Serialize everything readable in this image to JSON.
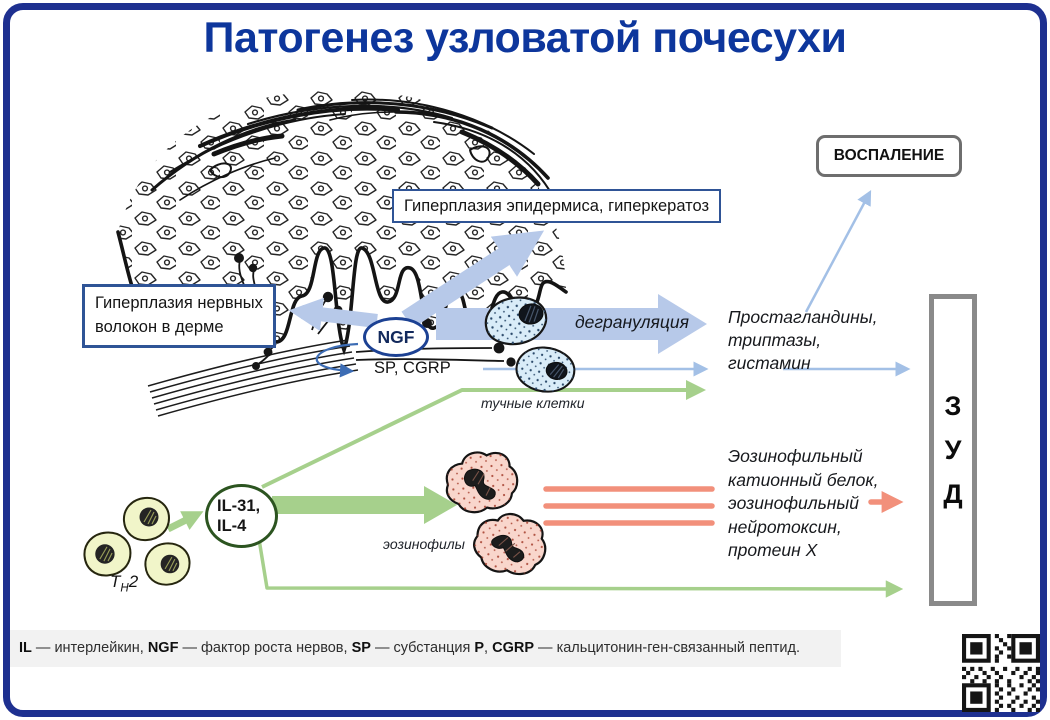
{
  "title": "Патогенез узловатой почесухи",
  "colors": {
    "frame_navy": "#1e3090",
    "title_blue": "#0d369c",
    "box_border_blue": "#2f5496",
    "light_blue_arrow": "#b7c9e9",
    "thin_blue_arrow": "#a3c0e6",
    "green_arrow": "#a6d08c",
    "dark_green_circle": "#2c5420",
    "salmon_arrow": "#f2907b",
    "itch_border_gray": "#8a8a8a",
    "footer_bg": "#f2f2f2"
  },
  "boxes": {
    "epidermis_label": "Гиперплазия эпидермиса, гиперкератоз",
    "nerve_label": "Гиперплазия нервных волокон в дерме",
    "inflammation_label": "ВОСПАЛЕНИЕ",
    "itch": {
      "l1": "З",
      "l2": "У",
      "l3": "Д"
    }
  },
  "nodes": {
    "ngf": "NGF",
    "sp_cgrp": "SP, CGRP",
    "il": {
      "l1": "IL-31,",
      "l2": "IL-4"
    },
    "th2": {
      "pre": "T",
      "sub": "H",
      "post": "2"
    }
  },
  "flow": {
    "degranulation": "дегрануляция",
    "mast_cells": "тучные клетки",
    "eosinophils": "эозинофилы",
    "mast_mediators": {
      "l1": "Простагландины,",
      "l2": "триптазы,",
      "l3": "гистамин"
    },
    "eos_mediators": {
      "l1": "Эозинофильный",
      "l2": "катионный белок,",
      "l3": "эозинофильный",
      "l4": "нейротоксин,",
      "l5": "протеин Х"
    }
  },
  "footer": {
    "b1": "IL",
    "t1": " — интерлейкин, ",
    "b2": "NGF",
    "t2": " — фактор роста нервов, ",
    "b3": "SP",
    "t3": " — субстанция ",
    "b4": "P",
    "t4": ", ",
    "b5": "CGRP",
    "t5": " — кальцитонин-ген-связанный пептид."
  }
}
